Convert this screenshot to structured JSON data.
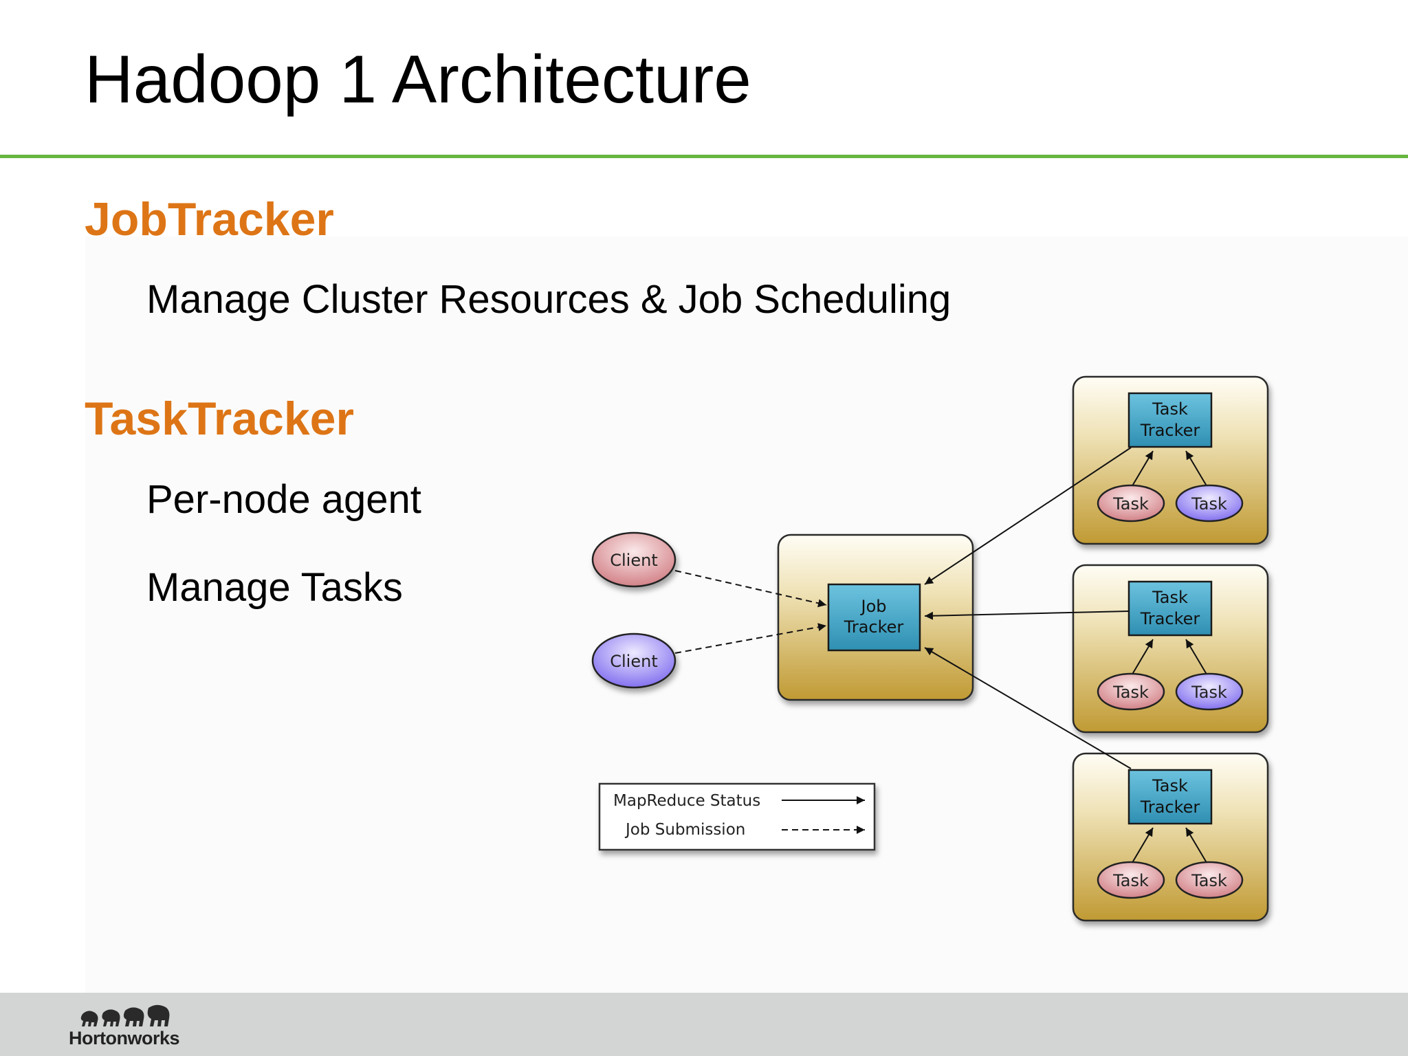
{
  "slide": {
    "title": "Hadoop 1 Architecture",
    "sections": [
      {
        "heading": "JobTracker",
        "bullets": [
          "Manage Cluster Resources & Job Scheduling"
        ]
      },
      {
        "heading": "TaskTracker",
        "bullets": [
          "Per-node agent",
          "Manage Tasks"
        ]
      }
    ]
  },
  "diagram": {
    "clients": [
      {
        "label": "Client",
        "color": "pink"
      },
      {
        "label": "Client",
        "color": "purple"
      }
    ],
    "job_tracker": {
      "line1": "Job",
      "line2": "Tracker"
    },
    "task_nodes": [
      {
        "tracker": [
          "Task",
          "Tracker"
        ],
        "tasks": [
          {
            "label": "Task",
            "color": "pink"
          },
          {
            "label": "Task",
            "color": "purple"
          }
        ]
      },
      {
        "tracker": [
          "Task",
          "Tracker"
        ],
        "tasks": [
          {
            "label": "Task",
            "color": "pink"
          },
          {
            "label": "Task",
            "color": "purple"
          }
        ]
      },
      {
        "tracker": [
          "Task",
          "Tracker"
        ],
        "tasks": [
          {
            "label": "Task",
            "color": "pink"
          },
          {
            "label": "Task",
            "color": "pink"
          }
        ]
      }
    ],
    "legend": {
      "status": "MapReduce Status",
      "submission": "Job Submission"
    }
  },
  "footer": {
    "logo_text": "Hortonworks"
  },
  "colors": {
    "title_rule": "#66b640",
    "heading": "#dd7516",
    "node_gold": "#c9a23a",
    "tracker_blue": "#3fa3c4",
    "client_pink": "#d88a8e",
    "client_purple": "#8d7ef0",
    "footer_bg": "#d3d4d4"
  }
}
